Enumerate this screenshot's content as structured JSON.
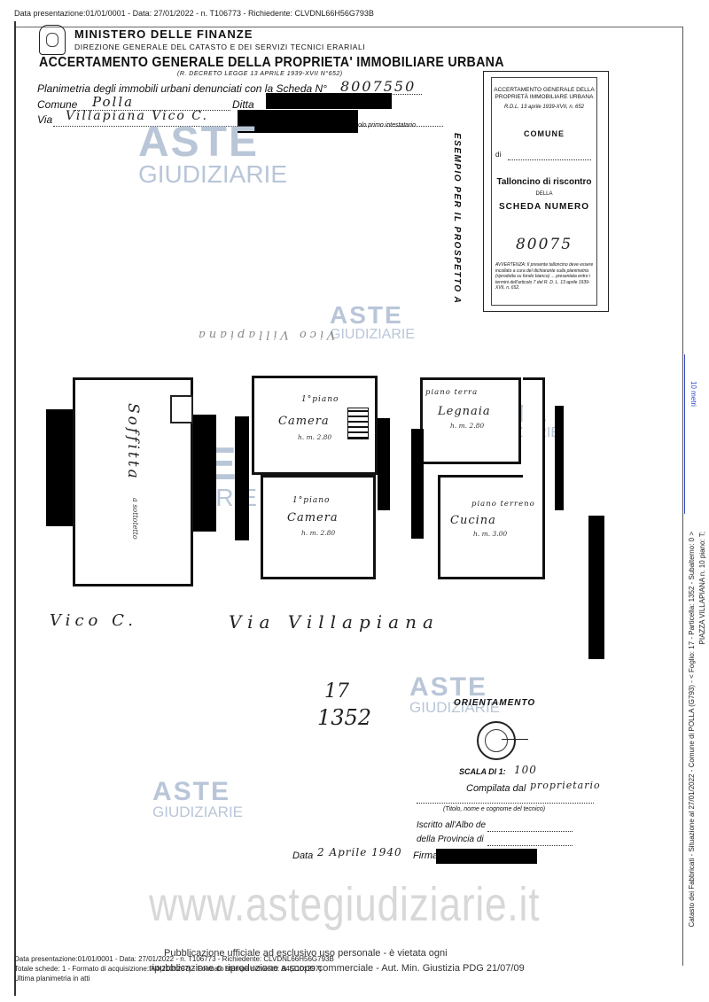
{
  "header_line": "Data presentazione:01/01/0001 - Data: 27/01/2022 - n. T106773 - Richiedente: CLVDNL66H56G793B",
  "ministry": "MINISTERO DELLE FINANZE",
  "direzione": "DIREZIONE GENERALE DEL CATASTO E DEI SERVIZI TECNICI ERARIALI",
  "accertamento": "ACCERTAMENTO GENERALE DELLA PROPRIETA' IMMOBILIARE URBANA",
  "decreto": "(R. DECRETO LEGGE 13 APRILE 1939-XVII N°652)",
  "form": {
    "planimetria_label": "Planimetria degli immobili urbani denunciati con la Scheda N°",
    "scheda_numero": "8007550",
    "comune_label": "Comune",
    "comune_value": "Polla",
    "ditta_label": "Ditta",
    "via_label": "Via",
    "via_value": "Villapiana Vico C.",
    "primo_intestatario": "olo primo intestatario"
  },
  "talloncino": {
    "header": "ACCERTAMENTO GENERALE DELLA PROPRIETÀ IMMOBILIARE URBANA",
    "decreto": "R.D.L. 13 aprile 1939-XVII, n. 652",
    "comune": "COMUNE",
    "di": "di",
    "title": "Talloncino di riscontro",
    "della": "DELLA",
    "scheda": "SCHEDA NUMERO",
    "number": "80075",
    "avvertenza": "AVVERTENZA: Il presente talloncino deve essere incollato a cura del dichiarante sulla planimetria (riprodotta su fondo bianco) ... presentata entro i termini dell'articolo 7 del R. D. L. 13 aprile 1939-XVII, n. 652."
  },
  "esempio": "ESEMPIO PER IL PROSPETTO A",
  "plan": {
    "mirrored_text": "Vico Villapiana",
    "soffitta": "Soffitta",
    "soffitta_sub": "a sottotetto",
    "room1_floor": "1°piano",
    "room1_name": "Camera",
    "room1_h": "h. m. 2.80",
    "room2_floor": "1°piano",
    "room2_name": "Camera",
    "room2_h": "h. m. 2.80",
    "room3_floor": "piano terra",
    "room3_name": "Legnaia",
    "room3_h": "h. m. 2.80",
    "room4_floor": "piano terreno",
    "room4_name": "Cucina",
    "room4_h": "h. m. 3.00",
    "street_left": "Vico C.",
    "street_main": "Via Villapiana"
  },
  "foglio": "17",
  "particella": "1352",
  "orientamento": "ORIENTAMENTO",
  "scala_label": "SCALA DI 1:",
  "scala_value": "100",
  "compilata_label": "Compilata dal",
  "compilata_value": "proprietario",
  "titolo_caption": "(Titolo, nome e cognome del tecnico)",
  "iscritto": "Iscritto all'Albo de",
  "provincia": "della Provincia di",
  "data_label": "Data",
  "data_value": "2 Aprile 1940",
  "firma_label": "Firma",
  "watermark_a": "ASTE",
  "watermark_b": "GIUDIZIARIE",
  "scale_note": "10 metri",
  "side_line1": "Catasto dei Fabbricati - Situazione al 27/01/2022 - Comune di POLLA (G793) - < Foglio: 17 - Particella: 1352 - Subalterno: 0 >",
  "side_line2": "PIAZZA VILLAPIANA n. 10 piano: T;",
  "footer": {
    "line1": "Data presentazione:01/01/0001 - Data: 27/01/2022 - n. T106773 - Richiedente: CLVDNL66H56G793B",
    "line2": "Totale schede: 1 - Formato di acquisizione: A4(210x297) - Formato stampa richiesto: A4(210x297)",
    "line3": "Ultima planimetria in atti",
    "center1": "Pubblicazione ufficiale ad esclusivo uso personale - è vietata ogni",
    "center2": "ripubblicazione o riproduzione a scopo commerciale - Aut. Min. Giustizia PDG 21/07/09",
    "url": "www.astegiudiziarie.it"
  }
}
